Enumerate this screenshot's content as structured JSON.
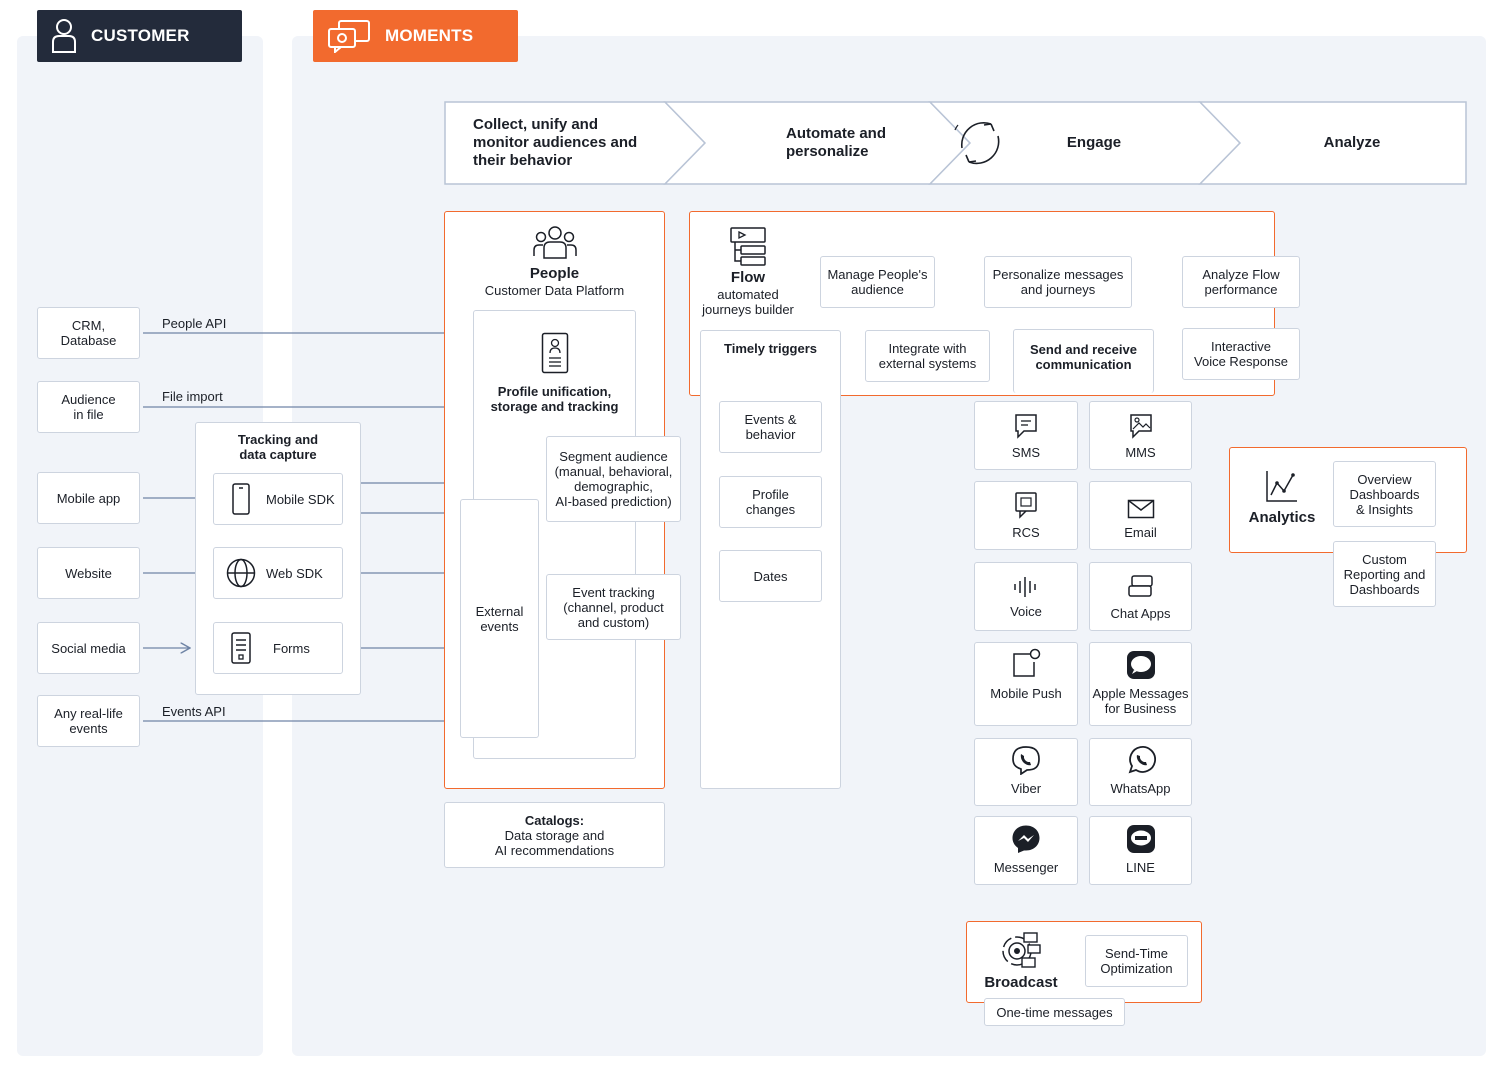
{
  "sections": {
    "customer": "CUSTOMER",
    "moments": "MOMENTS"
  },
  "pipeline": {
    "collect": "Collect, unify and\nmonitor audiences and\ntheir behavior",
    "automate": "Automate and\npersonalize",
    "engage": "Engage",
    "analyze": "Analyze"
  },
  "sources": {
    "crm": "CRM,\nDatabase",
    "audience_file": "Audience\nin file",
    "mobile_app": "Mobile app",
    "website": "Website",
    "social_media": "Social media",
    "real_life": "Any real-life\nevents"
  },
  "connectors": {
    "people_api": "People API",
    "file_import": "File import",
    "events_api": "Events API"
  },
  "tracking": {
    "title": "Tracking and\ndata capture",
    "mobile_sdk": "Mobile SDK",
    "web_sdk": "Web SDK",
    "forms": "Forms"
  },
  "people": {
    "title": "People",
    "subtitle": "Customer Data Platform",
    "profile": "Profile unification,\nstorage and tracking",
    "segment": "Segment audience\n(manual, behavioral,\ndemographic,\nAI-based prediction)",
    "event_tracking": "Event tracking\n(channel, product\nand custom)",
    "external_events": "External\nevents"
  },
  "catalogs": {
    "title": "Catalogs:",
    "desc": "Data storage and\nAI recommendations"
  },
  "flow": {
    "title": "Flow",
    "subtitle": "automated\njourneys builder",
    "manage": "Manage People's\naudience",
    "personalize": "Personalize messages\nand journeys",
    "analyze_flow": "Analyze Flow\nperformance",
    "ivr": "Interactive\nVoice Response",
    "integrate": "Integrate with\nexternal systems"
  },
  "triggers": {
    "title": "Timely triggers",
    "events": "Events &\nbehavior",
    "profile": "Profile\nchanges",
    "dates": "Dates"
  },
  "communication": {
    "title": "Send and receive\ncommunication",
    "channels": [
      "SMS",
      "MMS",
      "RCS",
      "Email",
      "Voice",
      "Chat Apps",
      "Mobile Push",
      "Apple Messages\nfor Business",
      "Viber",
      "WhatsApp",
      "Messenger",
      "LINE"
    ]
  },
  "analytics": {
    "title": "Analytics",
    "overview": "Overview\nDashboards\n& Insights",
    "custom": "Custom\nReporting and\nDashboards"
  },
  "broadcast": {
    "title": "Broadcast",
    "sto": "Send-Time\nOptimization",
    "one_time": "One-time messages"
  },
  "colors": {
    "orange": "#f26a2e",
    "navy": "#232b3b",
    "panel": "#f1f4f9",
    "border": "#cdd4df",
    "arrow": "#6f84a6"
  },
  "icons": [
    "person-icon",
    "chat-bubbles-icon",
    "people-group-icon",
    "flow-icon",
    "profile-card-icon",
    "phone-icon",
    "globe-icon",
    "form-icon",
    "refresh-cycle-icon",
    "analytics-chart-icon",
    "broadcast-icon",
    "line-logo-icon"
  ]
}
